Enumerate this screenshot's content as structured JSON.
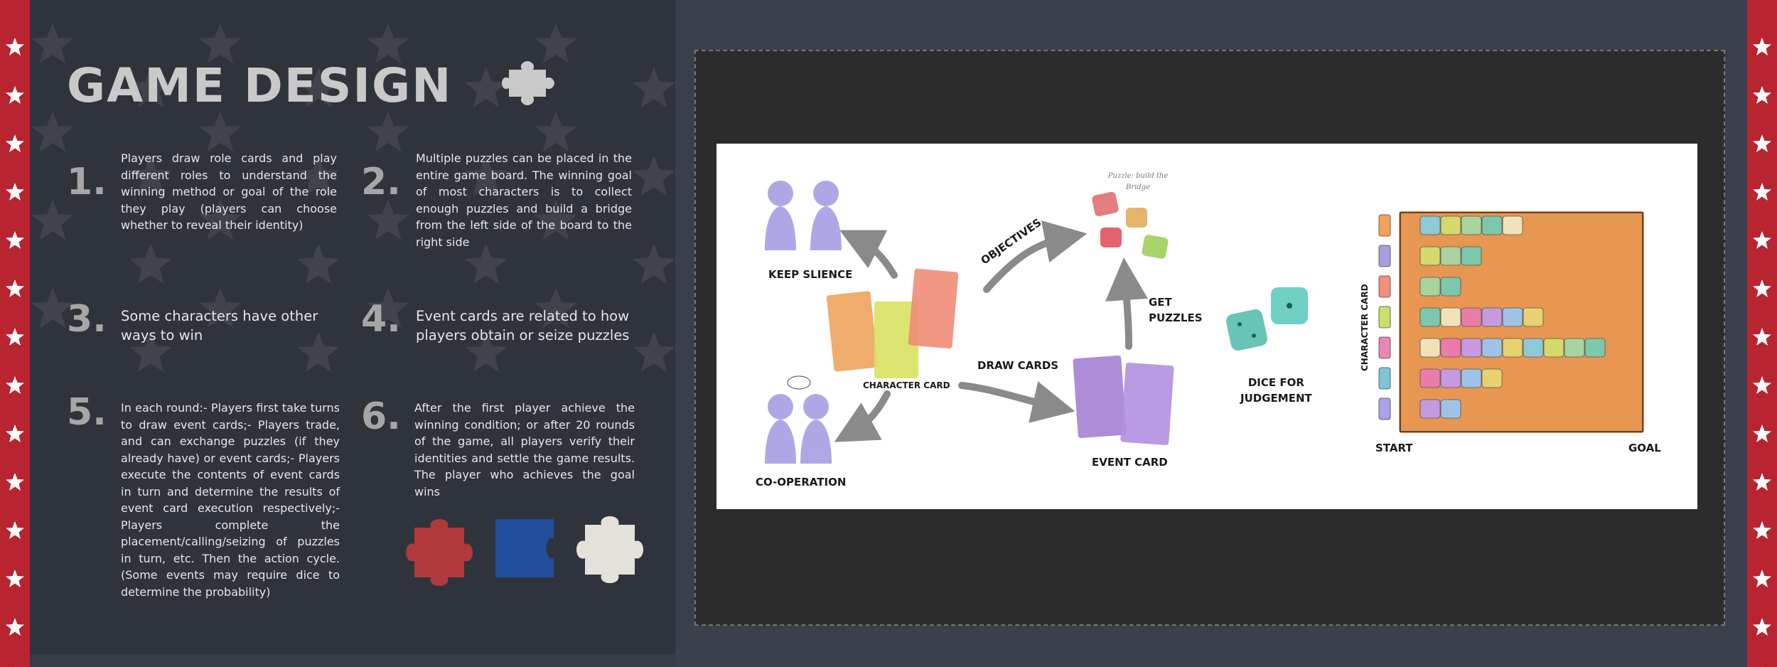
{
  "title": "GAME DESIGN",
  "items": [
    {
      "number": "1.",
      "text": "Players draw role cards and play different roles to understand the winning method or goal of the role they play (players can choose whether to reveal their identity)"
    },
    {
      "number": "2.",
      "text": "Multiple puzzles can be placed in the entire game board. The winning goal of most characters is to collect enough puzzles and build a bridge from the left side of the board to the right side"
    },
    {
      "number": "3.",
      "text": "Some characters have other ways to win"
    },
    {
      "number": "4.",
      "text": "Event cards are related to how players obtain or seize puzzles"
    },
    {
      "number": "5.",
      "text": "In each round:- Players first take turns to draw event cards;- Players trade, and can exchange puzzles (if they already have) or event cards;- Players execute the contents of event cards in turn and determine the results of event card execution respectively;- Players complete the placement/calling/seizing of puzzles in turn, etc. Then the action cycle. (Some events may require dice to determine the probability)"
    },
    {
      "number": "6.",
      "text": "After the first player achieve the winning condition; or after 20 rounds of the game, all players verify their identities and settle the game results. The player who achieves the goal wins"
    }
  ],
  "puzzle_pieces": [
    {
      "icon": "red-puzzle-piece-icon",
      "color": "#b0393c"
    },
    {
      "icon": "blue-puzzle-piece-icon",
      "color": "#224f9c"
    },
    {
      "icon": "white-puzzle-piece-icon",
      "color": "#e3e1da"
    }
  ],
  "colors": {
    "stripe": "#b8242f",
    "panel": "#2f333b",
    "background": "#3a414c",
    "title": "#c9c9c9"
  },
  "diagram": {
    "keep_silence": "KEEP SLIENCE",
    "co_operation": "CO-OPERATION",
    "character_card": "CHARACTER CARD",
    "objectives": "OBJECTIVES",
    "draw_cards": "DRAW CARDS",
    "get_puzzles": "GET\nPUZZLES",
    "event_card": "EVENT CARD",
    "dice_for_judgement": "DICE FOR\nJUDGEMENT",
    "puzzle_note": "Puzzle: build the\nBridge",
    "board": {
      "character_card_label": "CHARACTER CARD",
      "start": "START",
      "goal": "GOAL",
      "row_piece_counts": [
        5,
        3,
        2,
        6,
        9,
        4,
        2
      ],
      "card_colors": [
        "#f2a25a",
        "#a69fe0",
        "#f0907e",
        "#c9e06a",
        "#e887b5",
        "#7ec6d6",
        "#a8a3e6"
      ]
    }
  }
}
